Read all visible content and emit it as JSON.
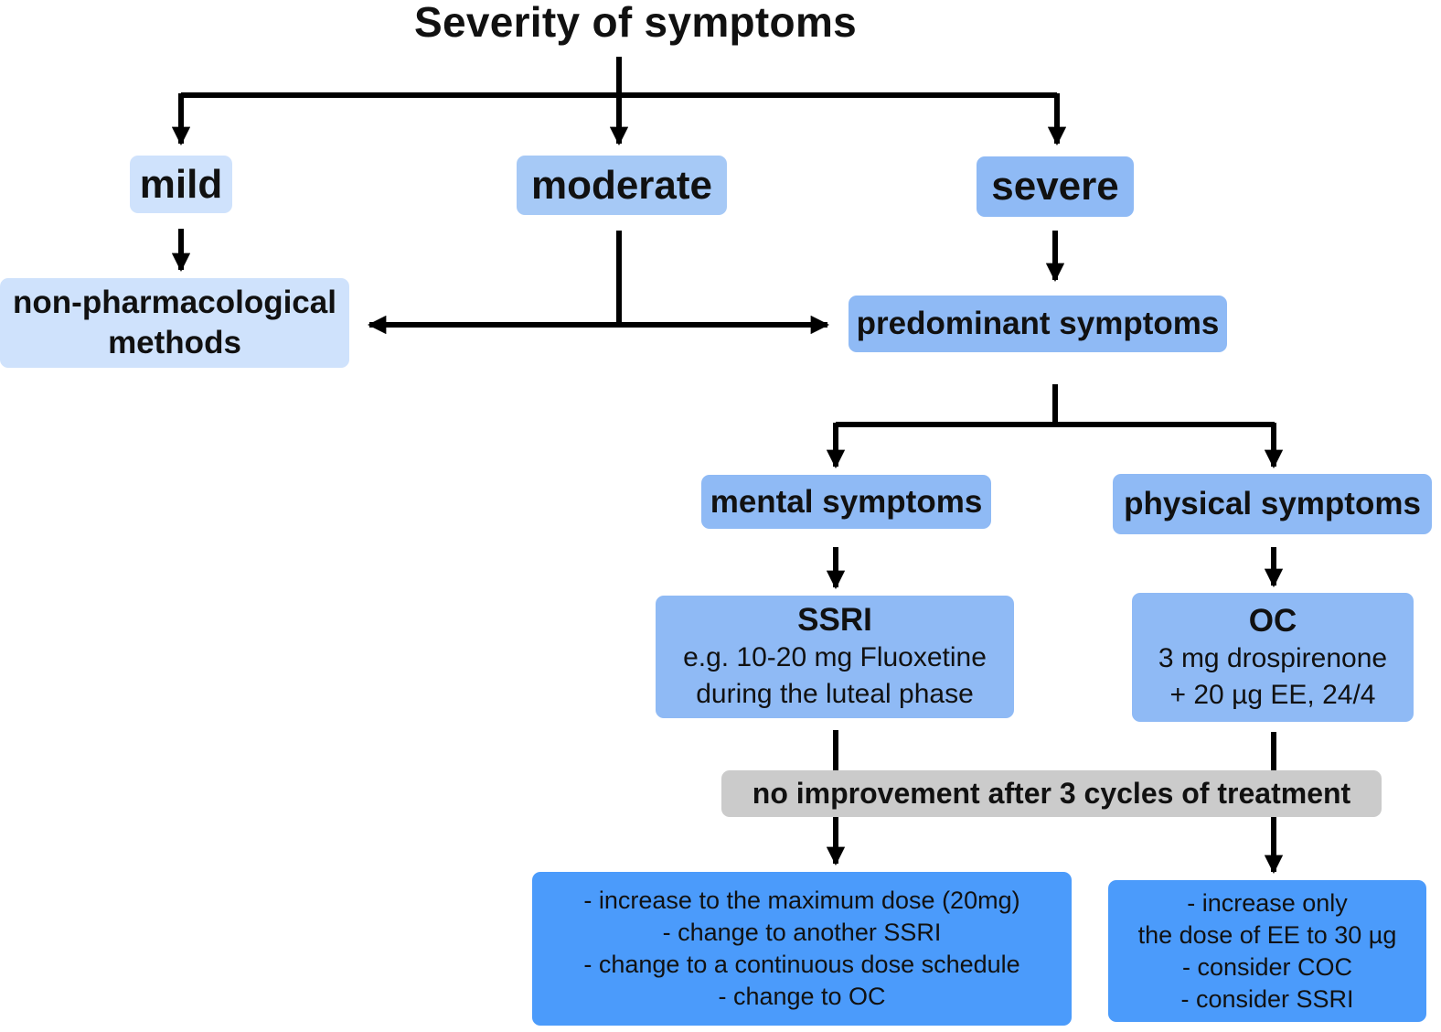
{
  "title": "Severity of symptoms",
  "severity": {
    "mild": "mild",
    "moderate": "moderate",
    "severe": "severe"
  },
  "non_pharm": [
    "non-pharmacological",
    "methods"
  ],
  "predominant": "predominant symptoms",
  "mental": "mental symptoms",
  "physical": "physical symptoms",
  "ssri": {
    "name": "SSRI",
    "lines": [
      "e.g. 10-20 mg Fluoxetine",
      "during the luteal phase"
    ]
  },
  "oc": {
    "name": "OC",
    "lines": [
      "3 mg drospirenone",
      "+ 20 µg EE, 24/4"
    ]
  },
  "no_improvement": "no improvement after 3 cycles of treatment",
  "ssri_next": [
    "- increase to the maximum dose (20mg)",
    "- change to another SSRI",
    "- change to a continuous dose schedule",
    "- change to OC"
  ],
  "oc_next": [
    "- increase only",
    "the dose of EE to 30 µg",
    "- consider COC",
    "- consider SSRI"
  ],
  "colors": {
    "lightest": "#cfe2fc",
    "light": "#a6c9f6",
    "medium": "#8fbaf5",
    "strong": "#4b9bfb",
    "grey": "#cbcbcb",
    "line": "#000000"
  }
}
